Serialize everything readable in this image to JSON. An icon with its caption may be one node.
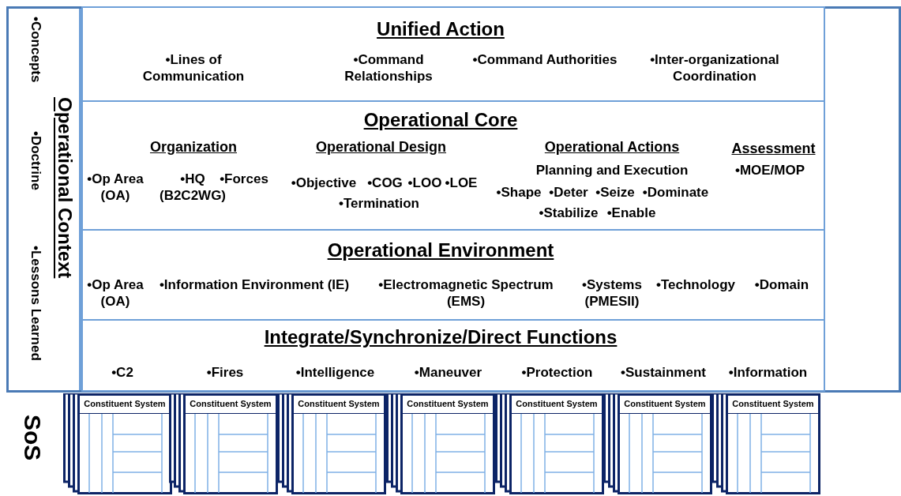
{
  "diagram": {
    "nodes": [
      {
        "text": [
          "Operational Context",
          "•Concepts",
          "•Doctrine",
          "•Lessons Learned"
        ]
      },
      {
        "text": [
          "Unified Action",
          "•Lines of Communication",
          "•Command Relationships",
          "•Command Authorities",
          "•Inter-organizational Coordination"
        ],
        "in": 0
      },
      {
        "text": [
          "Operational Core",
          "Organization",
          "•Op Area (OA)",
          "•HQ (B2C2WG)",
          "•Forces",
          "Operational Design",
          "•Objective",
          "•COG",
          "•LOO",
          "•LOE",
          "•Termination",
          "Operational Actions",
          "Planning and Execution",
          "•Shape",
          "•Deter",
          "•Seize",
          "•Dominate",
          "•Stabilize",
          "•Enable",
          "Assessment",
          "•MOE/MOP"
        ],
        "in": 0
      },
      {
        "text": [
          "Operational Environment",
          "•Op Area (OA)",
          "•Information Environment (IE)",
          "•Electromagnetic Spectrum (EMS)",
          "•Systems (PMESII)",
          "•Technology",
          "•Domain"
        ],
        "in": 0
      },
      {
        "text": [
          "Integrate/Synchronize/Direct Functions",
          "•C2",
          "•Fires",
          "•Intelligence",
          "•Maneuver",
          "•Protection",
          "•Sustainment",
          "•Information"
        ],
        "in": 0
      },
      {
        "text": [
          "Constituent System"
        ]
      },
      {
        "text": [
          "Constituent System"
        ]
      },
      {
        "text": [
          "Constituent System"
        ]
      },
      {
        "text": [
          "Constituent System"
        ]
      },
      {
        "text": [
          "Constituent System"
        ]
      },
      {
        "text": [
          "Constituent System"
        ]
      },
      {
        "text": [
          "Constituent System"
        ]
      }
    ],
    "labels": [
      "SoS"
    ]
  }
}
